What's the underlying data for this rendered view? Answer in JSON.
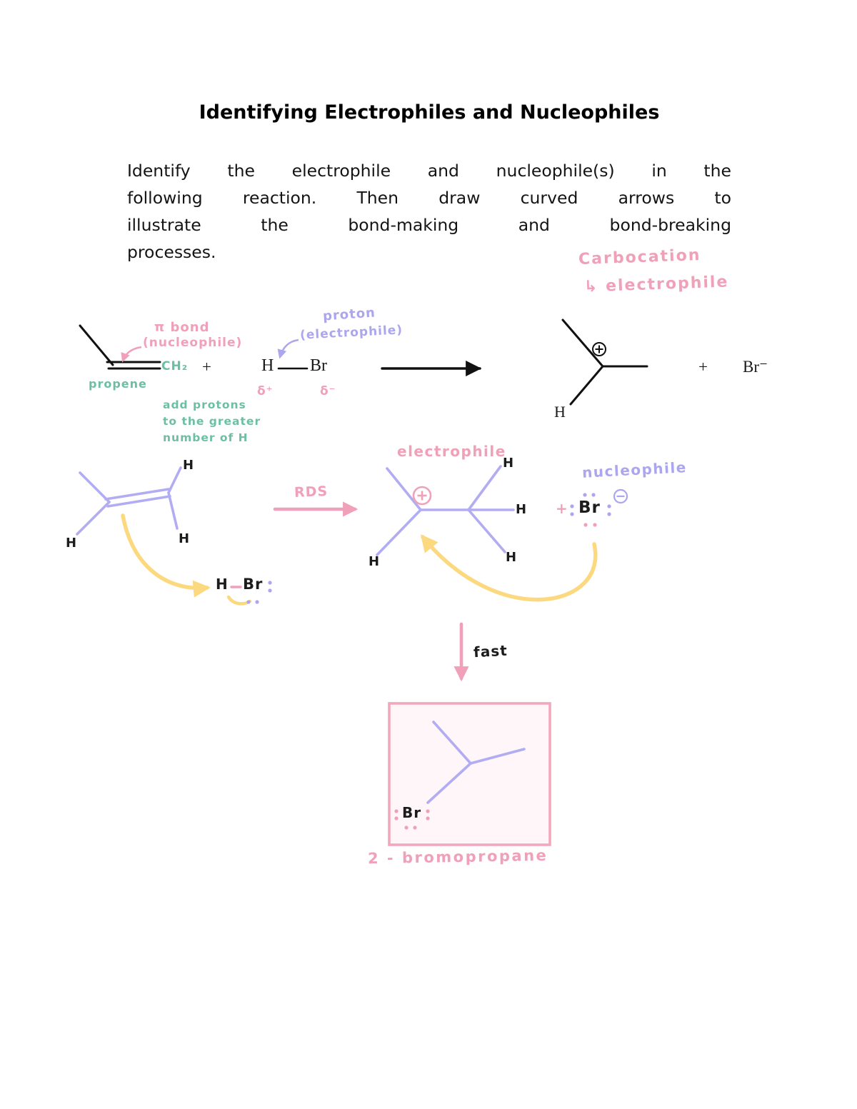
{
  "colors": {
    "pink": "#f0a0b8",
    "purple": "#aca6ee",
    "green": "#6cbfa5",
    "yellow": "#fcd97f",
    "ink": "#111111",
    "box_fill": "#fef6f8"
  },
  "document": {
    "title": "Identifying Electrophiles and Nucleophiles",
    "instructions_lines": [
      "Identify the electrophile and nucleophile(s) in the",
      "following reaction. Then draw curved arrows to",
      "illustrate the bond-making and bond-breaking",
      "processes."
    ]
  },
  "top_reaction": {
    "carbocation_note": "Carbocation",
    "electrophile_note": "↳ electrophile",
    "pi_bond_note": "π bond",
    "pi_bond_note2": "(nucleophile)",
    "proton_note": "proton",
    "proton_note2": "(electrophile)",
    "propene_label": "propene",
    "ch2": "CH₂",
    "plus_left": "+",
    "h_atom": "H",
    "br_atom": "Br",
    "delta_plus": "δ⁺",
    "delta_minus": "δ⁻",
    "add_protons_line1": "add protons",
    "add_protons_line2": "to the greater",
    "add_protons_line3": "number of H",
    "cation_h": "H",
    "plus_right": "+",
    "bromide": "Br⁻"
  },
  "mechanism": {
    "rds_label": "RDS",
    "electrophile_label": "electrophile",
    "nucleophile_label": "nucleophile",
    "fast_label": "fast",
    "plus": "+",
    "br": "Br",
    "hbr_h": "H",
    "hbr_br": "Br",
    "h_labels": {
      "propene_top_right": "H",
      "propene_bottom_right": "H",
      "propene_bottom_left": "H",
      "cation_top": "H",
      "cation_right": "H",
      "cation_bottom_right": "H",
      "cation_bottom_left": "H"
    }
  },
  "product": {
    "br": "Br",
    "name": "2 - bromopropane"
  }
}
